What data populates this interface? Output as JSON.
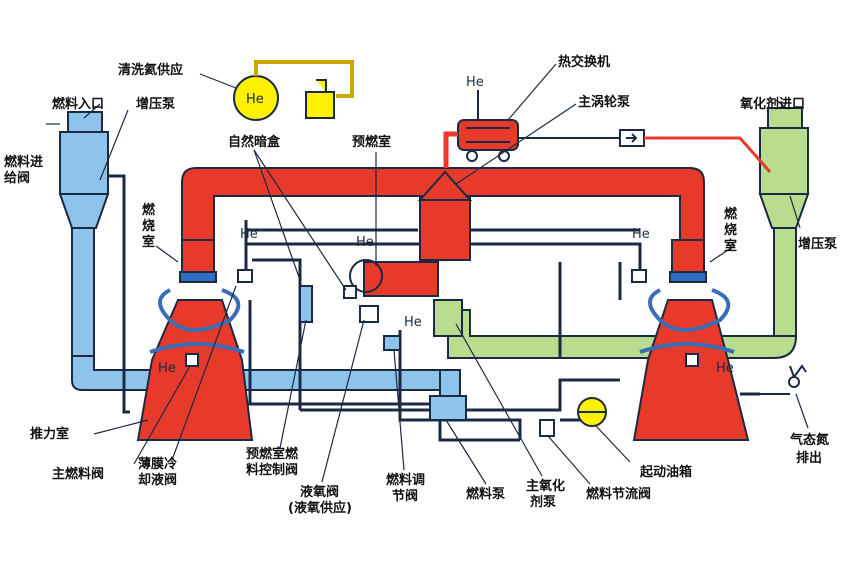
{
  "labels": {
    "fuel_inlet": "燃料入口",
    "fuel_feed_valve_1": "燃料进",
    "fuel_feed_valve_2": "给阀",
    "boost_pump_left": "增压泵",
    "purge_he_supply": "清洗氦供应",
    "heat_exchanger": "热交换机",
    "main_turbopump": "主涡轮泵",
    "oxidizer_inlet": "氧化剂进口",
    "combustion_chamber_left_1": "燃",
    "combustion_chamber_left_2": "烧",
    "combustion_chamber_left_3": "室",
    "combustion_chamber_right_1": "燃",
    "combustion_chamber_right_2": "烧",
    "combustion_chamber_right_3": "室",
    "natural_dark_box": "自然暗盒",
    "preburner": "预燃室",
    "boost_pump_right": "增压泵",
    "thrust_chamber": "推力室",
    "main_fuel_valve": "主燃料阀",
    "film_cooling_valve_1": "薄膜冷",
    "film_cooling_valve_2": "却液阀",
    "preburner_fuel_control_1": "预燃室燃",
    "preburner_fuel_control_2": "料控制阀",
    "lox_valve_1": "液氧阀",
    "lox_valve_2": "(液氧供应)",
    "fuel_regulator_1": "燃料调",
    "fuel_regulator_2": "节阀",
    "fuel_pump": "燃料泵",
    "main_oxidizer_pump_1": "主氧化",
    "main_oxidizer_pump_2": "剂泵",
    "fuel_throttle_valve": "燃料节流阀",
    "start_tank": "起动油箱",
    "gas_nitrogen_1": "气态氮",
    "gas_nitrogen_2": "排出"
  },
  "he_marks": {
    "purge_tank": "He",
    "heat_exchanger_inlet": "He",
    "left_chamber": "He",
    "right_chamber": "He",
    "preburner_top": "He",
    "lox_line": "He",
    "left_nozzle": "He",
    "right_nozzle": "He"
  },
  "colors": {
    "fuel": "#8ec3ec",
    "oxidizer": "#b9dc8f",
    "hot_gas": "#e83a2a",
    "line": "#1b2a44",
    "he_tank": "#fff200",
    "he_line": "#c9a800"
  }
}
